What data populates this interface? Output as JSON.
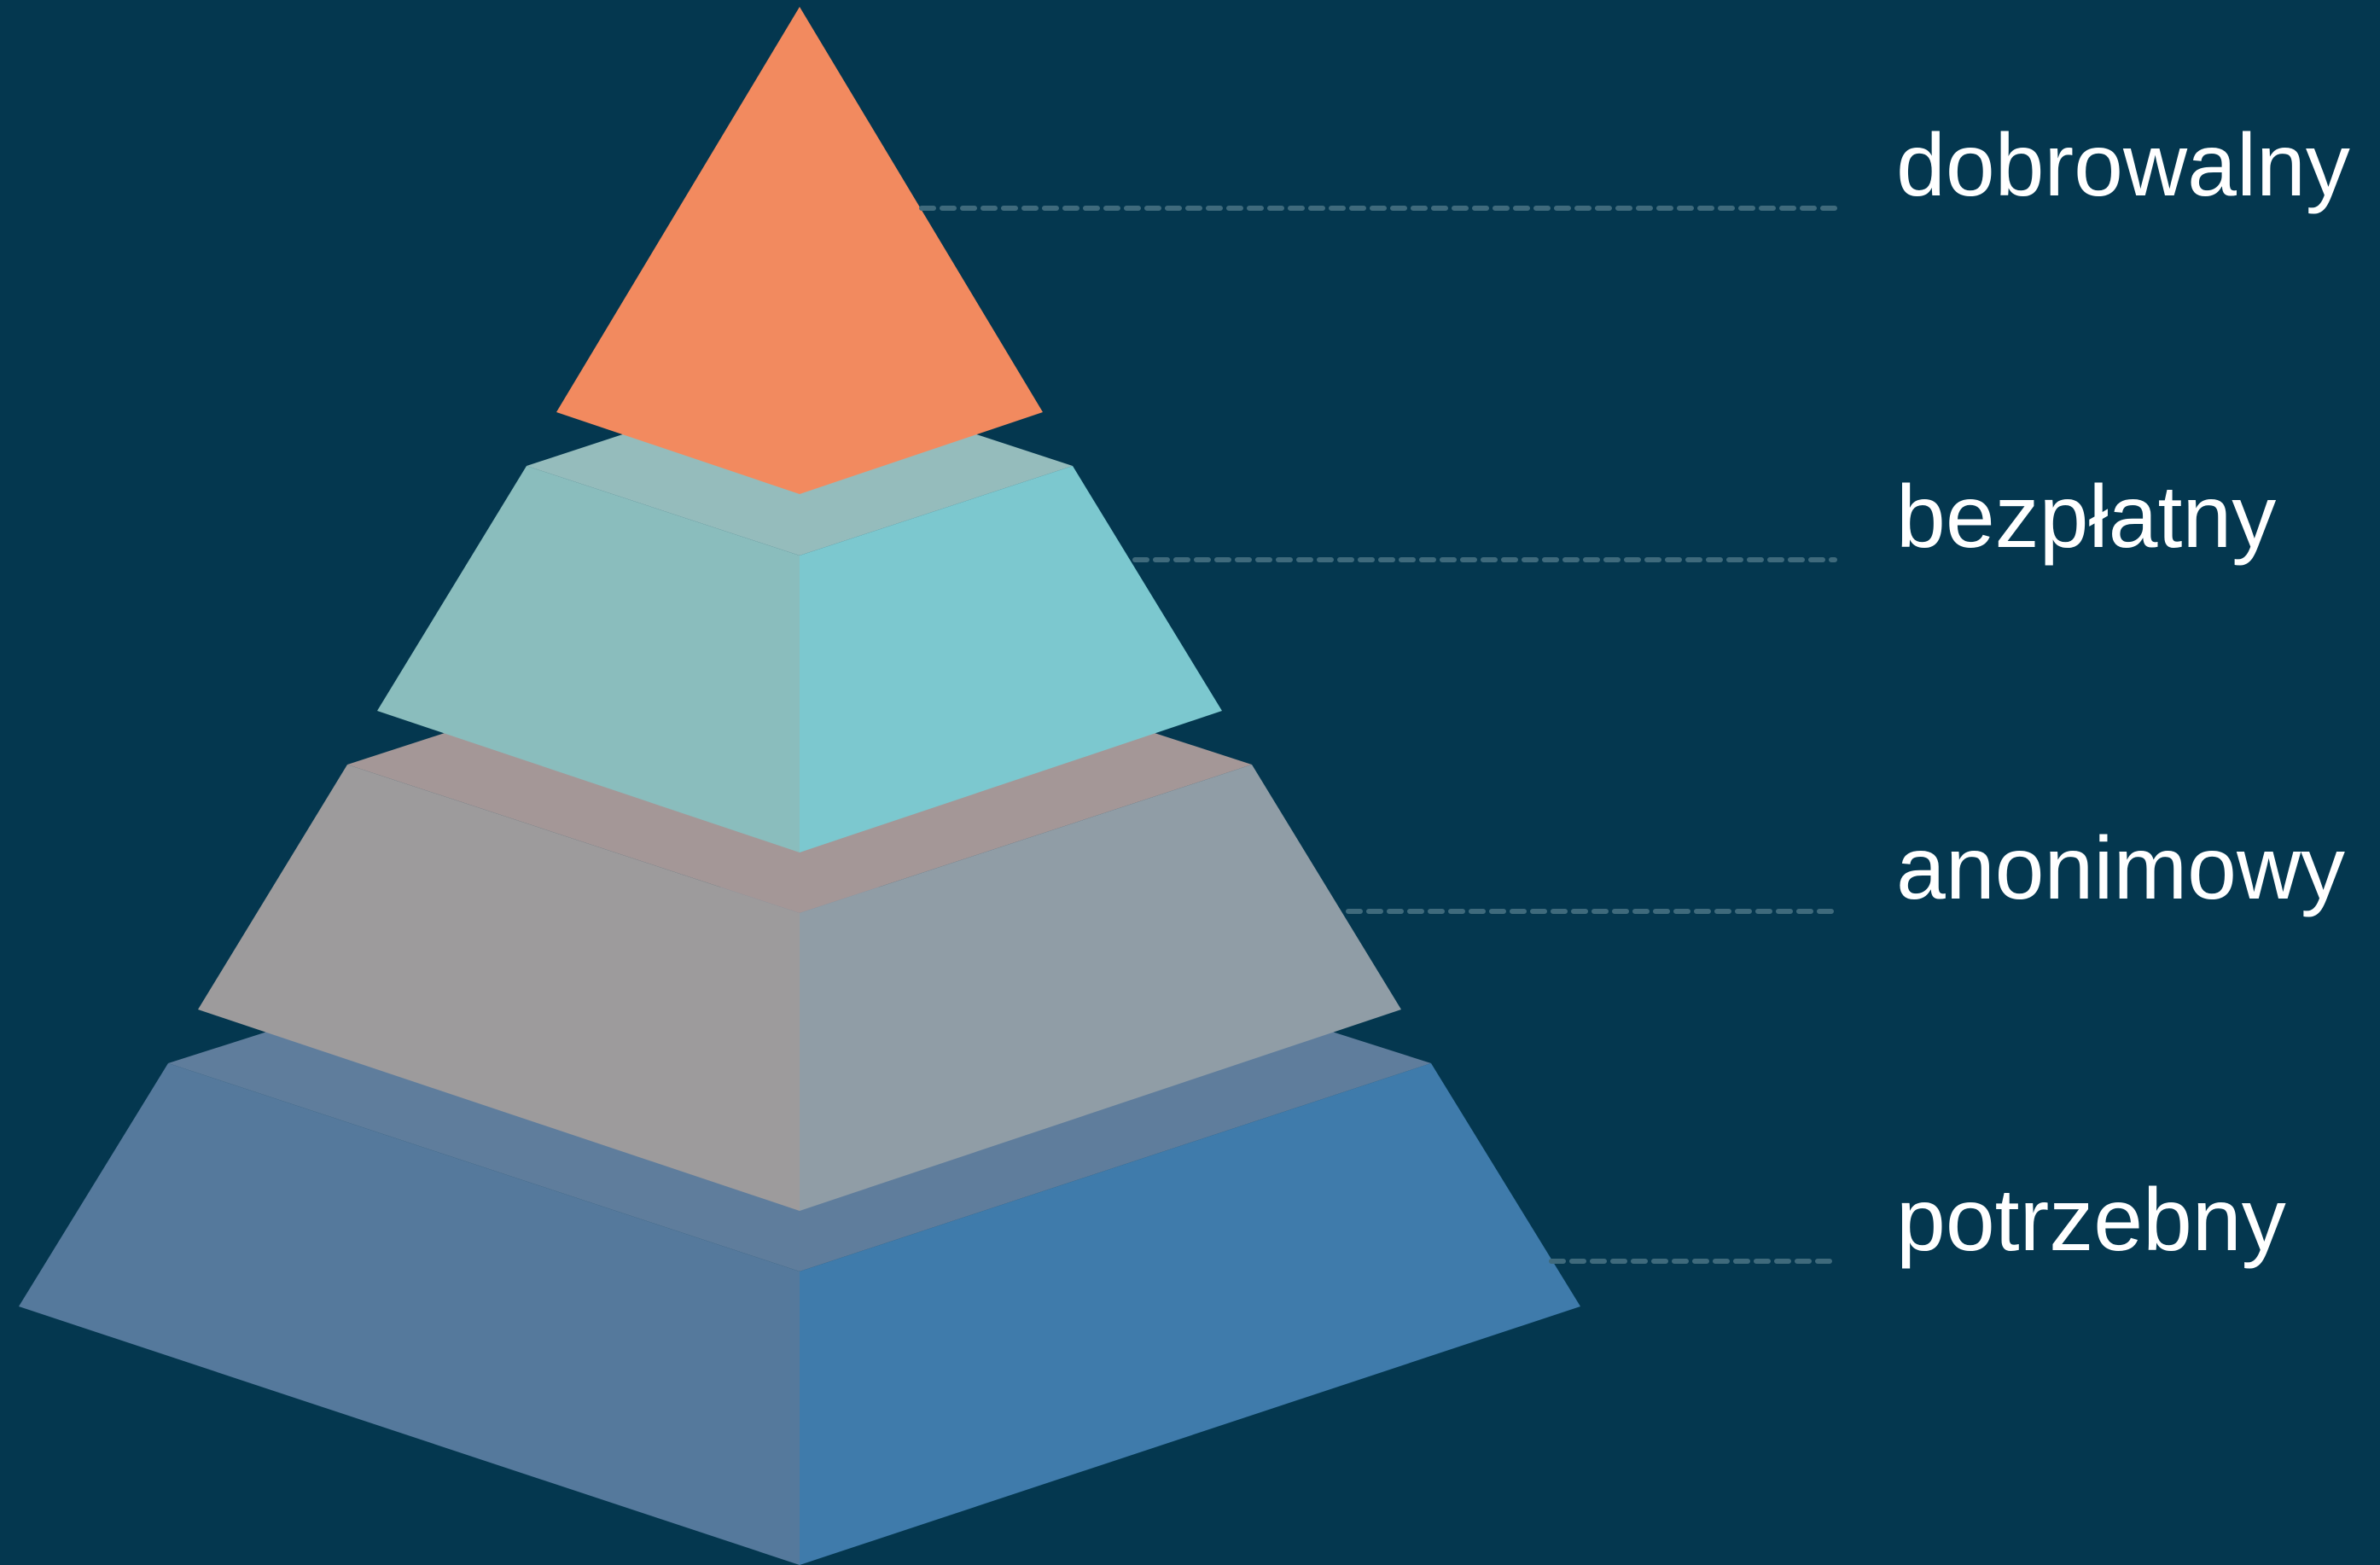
{
  "background_color": "#04374f",
  "connector_color": "#3f6a7c",
  "tiers": [
    {
      "label": "dobrowalny",
      "top_color": "#f28a5f",
      "left_color": "#f28a5f",
      "right_color": "#f28a5f"
    },
    {
      "label": "bezpłatny",
      "top_color": "#95bcbc",
      "left_color": "#8abdbd",
      "right_color": "#7cc8cf"
    },
    {
      "label": "anonimowy",
      "top_color": "#a49797",
      "left_color": "#9d9b9c",
      "right_color": "#909da6"
    },
    {
      "label": "potrzebny",
      "top_color": "#5f7d9c",
      "left_color": "#55799c",
      "right_color": "#3f7bab"
    }
  ]
}
